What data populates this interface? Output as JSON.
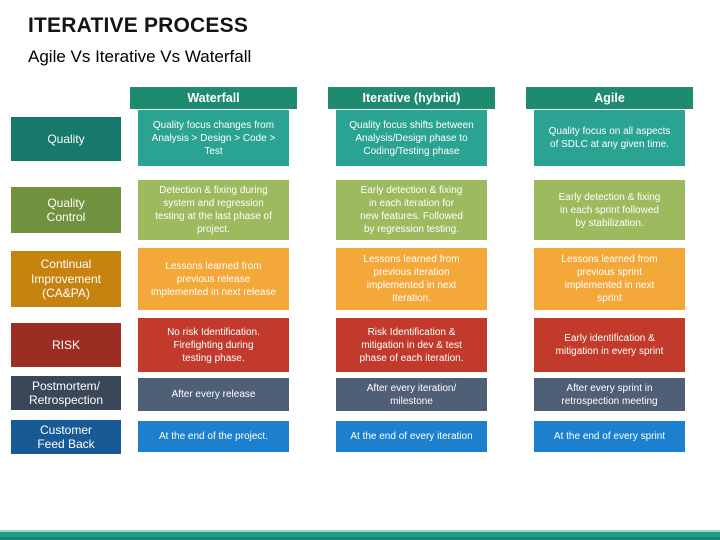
{
  "slide": {
    "title": "ITERATIVE PROCESS",
    "subtitle": "Agile Vs Iterative Vs Waterfall"
  },
  "theme": {
    "background": "#FFFFFF",
    "header_bg": "#1E8A6E",
    "footer_bar": "#1D9C87",
    "text_on_color": "#FFFFFF",
    "title_color": "#141414"
  },
  "table": {
    "columns": [
      {
        "id": "waterfall",
        "label": "Waterfall"
      },
      {
        "id": "iterative-hybrid",
        "label": "Iterative (hybrid)"
      },
      {
        "id": "agile",
        "label": "Agile"
      }
    ],
    "rows": [
      {
        "id": "quality",
        "label": "Quality",
        "label_color": "#17786C",
        "cell_color": "#2AA392",
        "cells": [
          "Quality focus changes from\nAnalysis > Design > Code >\nTest",
          "Quality focus shifts between\nAnalysis/Design phase to\nCoding/Testing phase",
          "Quality focus on all aspects\nof SDLC at any given time."
        ]
      },
      {
        "id": "quality-control",
        "label": "Quality\nControl",
        "label_color": "#70923E",
        "cell_color": "#9DBA5E",
        "cells": [
          "Detection & fixing during\nsystem and regression\ntesting at the last phase of\nproject.",
          "Early detection & fixing\nin each iteration for\nnew features. Followed\nby regression testing.",
          "Early detection & fixing\nin each sprint followed\nby stabilization."
        ]
      },
      {
        "id": "continual-improvement",
        "label": "Continual\nImprovement\n(CA&PA)",
        "label_color": "#C7830F",
        "cell_color": "#F4A83A",
        "cells": [
          "Lessons learned from\nprevious release\nimplemented in next release",
          "Lessons learned from\nprevious iteration\nimplemented in next\nIteration.",
          "Lessons learned from\nprevious sprint\nimplemented in next\nsprint"
        ]
      },
      {
        "id": "risk",
        "label": "RISK",
        "label_color": "#9C2D23",
        "cell_color": "#C13A2B",
        "cells": [
          "No risk Identification.\nFirefighting during\ntesting phase.",
          "Risk Identification &\nmitigation in dev & test\nphase of each iteration.",
          "Early identification &\nmitigation in every sprint"
        ]
      },
      {
        "id": "postmortem-retrospection",
        "label": "Postmortem/\nRetrospection",
        "label_color": "#3A4759",
        "cell_color": "#4F5F75",
        "cells": [
          "After every release",
          "After every iteration/\nmilestone",
          "After every sprint in\nretrospection meeting"
        ]
      },
      {
        "id": "customer-feedback",
        "label": "Customer\nFeed Back",
        "label_color": "#175A96",
        "cell_color": "#1C80CE",
        "cells": [
          "At the end of the project.",
          "At the end of every iteration",
          "At the end of every sprint"
        ]
      }
    ]
  }
}
